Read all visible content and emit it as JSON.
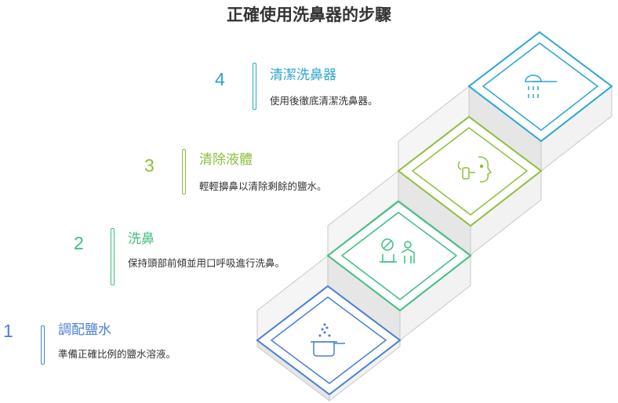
{
  "title": "正確使用洗鼻器的步驟",
  "colors": {
    "step1": "#4a7fd4",
    "step2": "#3dbf7f",
    "step3": "#8cbf3f",
    "step4": "#2aa6cf"
  },
  "steps": [
    {
      "number": "1",
      "title": "調配鹽水",
      "desc": "準備正確比例的鹽水溶液。",
      "icon": "saucepan-salt-icon"
    },
    {
      "number": "2",
      "title": "洗鼻",
      "desc": "保持頭部前傾並用口呼吸進行洗鼻。",
      "icon": "person-no-wash-icon"
    },
    {
      "number": "3",
      "title": "清除液體",
      "desc": "輕輕擤鼻以清除剩餘的鹽水。",
      "icon": "face-nasal-spray-icon"
    },
    {
      "number": "4",
      "title": "清潔洗鼻器",
      "desc": "使用後徹底清潔洗鼻器。",
      "icon": "shower-cleaning-icon"
    }
  ]
}
